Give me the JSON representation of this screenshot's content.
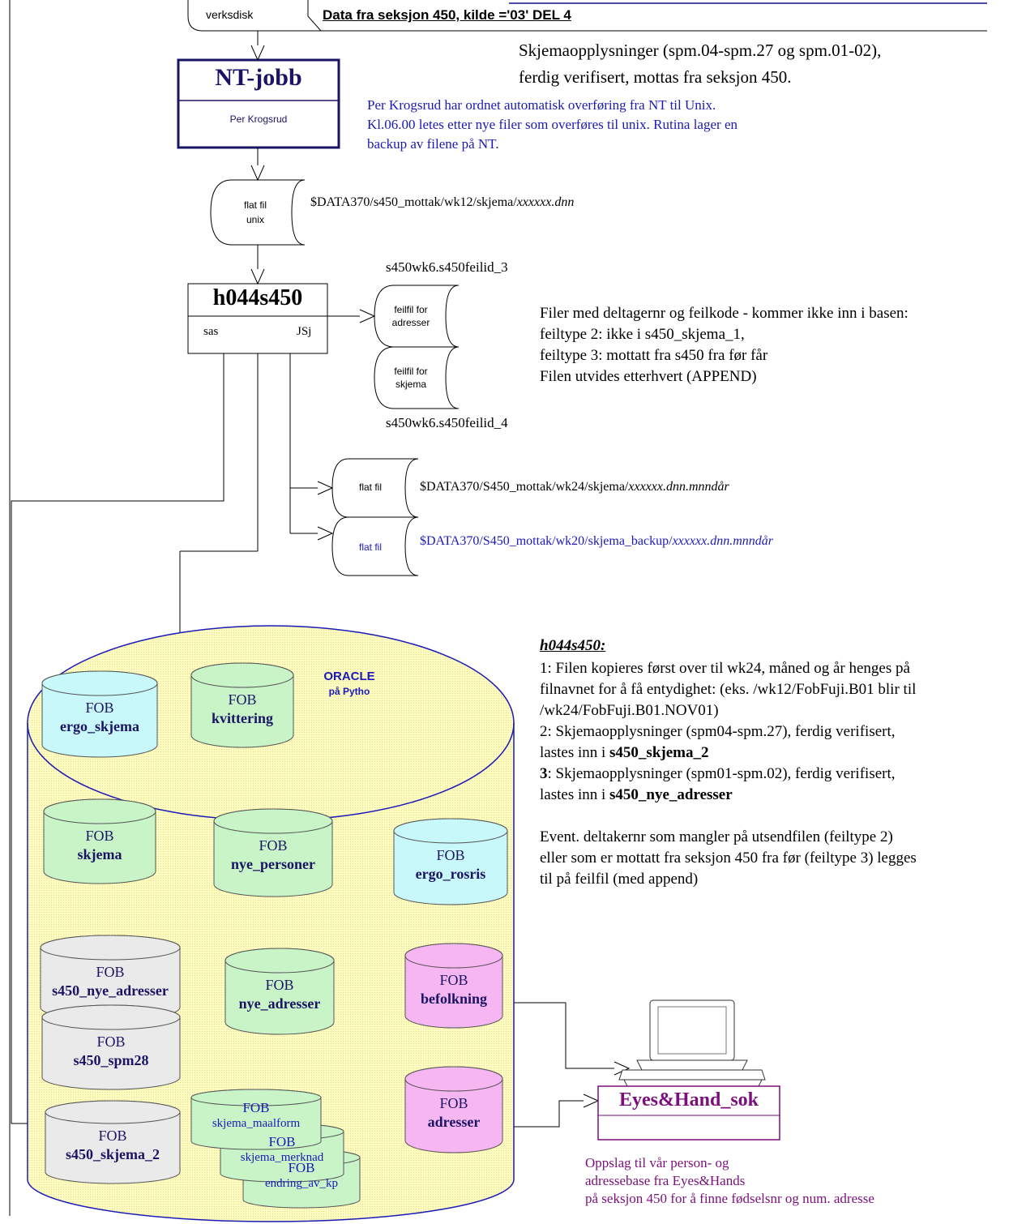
{
  "colors": {
    "navy": "#1b1464",
    "blue": "#1a1ab8",
    "purple": "#7b0f7b",
    "oracle_fill": "#fefcc0",
    "cyan_db": "#c8f8fa",
    "green_db": "#c8f4c8",
    "gray_db": "#eaeaea",
    "pink_db": "#f6b6f2"
  },
  "header": {
    "disk_label": "verksdisk",
    "title": "Data fra seksjon 450, kilde ='03' DEL 4"
  },
  "intro": {
    "line1": "Skjemaopplysninger (spm.04-spm.27 og spm.01-02),",
    "line2": "ferdig verifisert, mottas fra seksjon 450."
  },
  "nt_job": {
    "title": "NT-jobb",
    "owner": "Per Krogsrud",
    "note": [
      "Per Krogsrud har ordnet automatisk overføring fra NT til Unix.",
      "Kl.06.00 letes etter nye filer som overføres til unix.  Rutina lager en",
      "backup av filene på NT."
    ]
  },
  "flat_unix": {
    "label1": "flat fil",
    "label2": "unix",
    "path": "$DATA370/s450_mottak/wk12/skjema/",
    "path_italic": "xxxxxx.dnn"
  },
  "h044": {
    "title": "h044s450",
    "left": "sas",
    "right": "JSj"
  },
  "error_files": {
    "top_name": "s450wk6.s450feilid_3",
    "bottom_name": "s450wk6.s450feilid_4",
    "adresser_label1": "feilfil for",
    "adresser_label2": "adresser",
    "skjema_label1": "feilfil for",
    "skjema_label2": "skjema",
    "description": [
      "Filer med deltagernr og feilkode - kommer ikke inn i basen:",
      "feiltype 2: ikke i s450_skjema_1,",
      "feiltype 3: mottatt fra s450 fra før får",
      "Filen utvides etterhvert (APPEND)"
    ]
  },
  "flat_files": [
    {
      "label": "flat fil",
      "path": "$DATA370/S450_mottak/wk24/skjema/",
      "path_italic": "xxxxxx.dnn.mnndår"
    },
    {
      "label": "flat fil",
      "path": "$DATA370/S450_mottak/wk20/skjema_backup/",
      "path_italic": "xxxxxx.dnn.mnndår"
    }
  ],
  "oracle": {
    "title": "ORACLE",
    "subtitle": "på Pytho"
  },
  "tables": {
    "ergo_skjema": {
      "prefix": "FOB",
      "name": "ergo_skjema"
    },
    "kvittering": {
      "prefix": "FOB",
      "name": "kvittering"
    },
    "skjema": {
      "prefix": "FOB",
      "name": "skjema"
    },
    "nye_personer": {
      "prefix": "FOB",
      "name": "nye_personer"
    },
    "ergo_rosris": {
      "prefix": "FOB",
      "name": "ergo_rosris"
    },
    "s450_nye_adresser": {
      "prefix": "FOB",
      "name": "s450_nye_adresser"
    },
    "nye_adresser": {
      "prefix": "FOB",
      "name": "nye_adresser"
    },
    "befolkning": {
      "prefix": "FOB",
      "name": "befolkning"
    },
    "s450_spm28": {
      "prefix": "FOB",
      "name": "s450_spm28"
    },
    "adresser": {
      "prefix": "FOB",
      "name": "adresser"
    },
    "s450_skjema_2": {
      "prefix": "FOB",
      "name": "s450_skjema_2"
    },
    "skjema_maalform": {
      "prefix": "FOB",
      "name": "skjema_maalform"
    },
    "skjema_merknad": {
      "prefix": "FOB",
      "name": "skjema_merknad"
    },
    "endring_av_kp": {
      "prefix": "FOB",
      "name": "endring_av_kp"
    }
  },
  "description": {
    "heading": "h044s450:",
    "p1": [
      "1: Filen kopieres først over til wk24,  måned og år henges på",
      "filnavnet for å få entydighet: (eks. /wk12/FobFuji.B01 blir til",
      "/wk24/FobFuji.B01.NOV01)"
    ],
    "p2_lines": [
      "2: Skjemaopplysninger (spm04-spm.27), ferdig verifisert,",
      "lastes inn i "
    ],
    "p2_bold": "s450_skjema_2",
    "p3_num": "3",
    "p3_lines": [
      ": Skjemaopplysninger (spm01-spm.02), ferdig verifisert,",
      "lastes inn i "
    ],
    "p3_bold": "s450_nye_adresser",
    "p4": [
      "Event. deltakernr som mangler på utsendfilen (feiltype 2)",
      "eller som er mottatt fra seksjon 450 fra før (feiltype 3) legges",
      "til på feilfil (med append)"
    ]
  },
  "eyes": {
    "title": "Eyes&Hand_sok",
    "note": [
      "Oppslag til vår person- og",
      "adressebase fra Eyes&Hands",
      "på seksjon 450 for å finne fødselsnr og num. adresse"
    ]
  }
}
